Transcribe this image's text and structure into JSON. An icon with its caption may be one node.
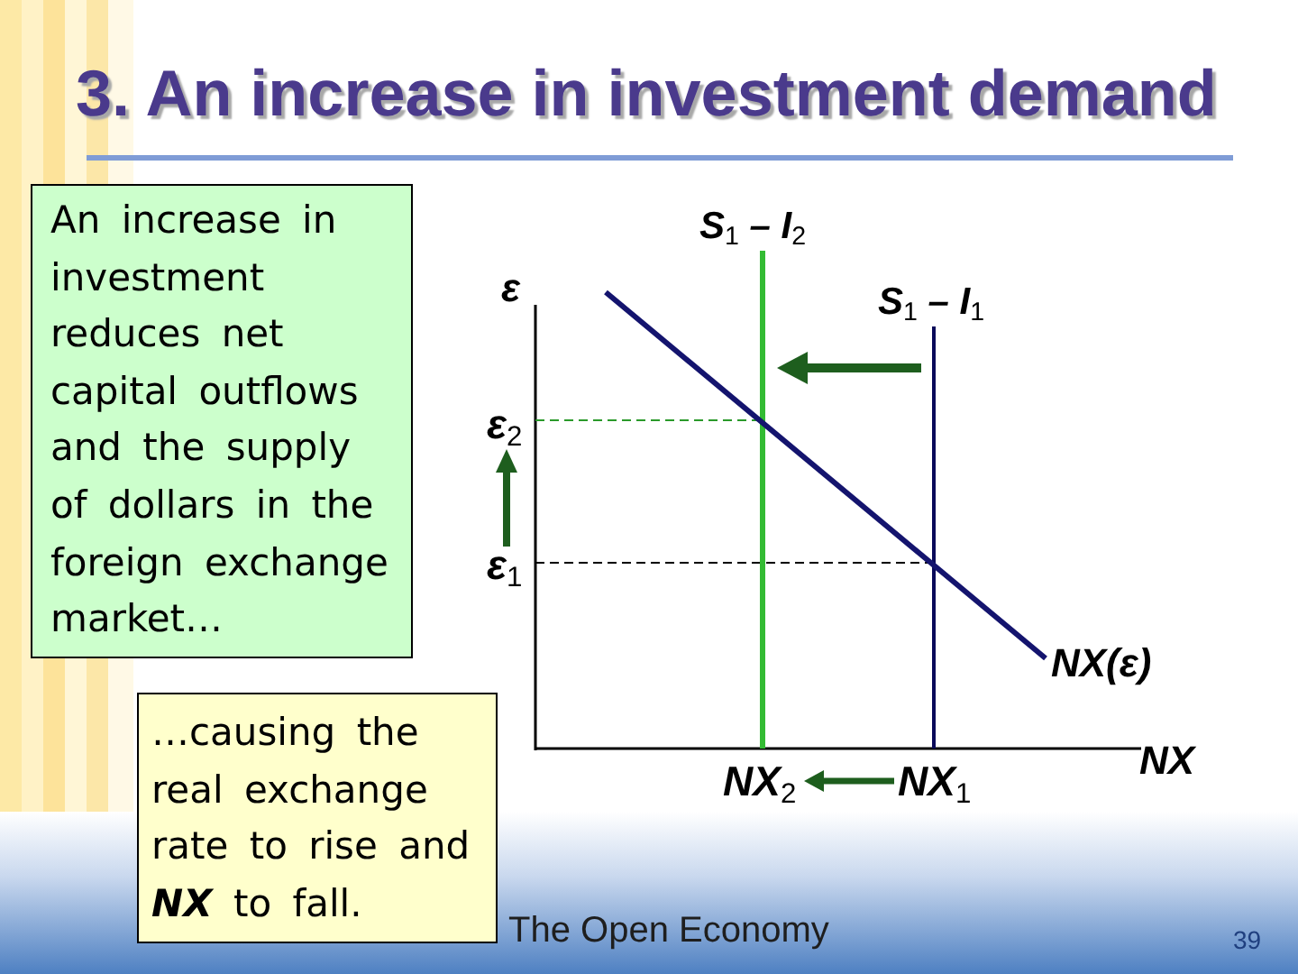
{
  "diagram": {
    "title": "3. An increase in investment demand",
    "nodes": [
      {
        "text": [
          "An increase in investment reduces net capital outflows and the supply of dollars in the foreign exchange market…"
        ]
      },
      {
        "text": [
          "…causing the real exchange rate to rise and **NX** to fall."
        ]
      }
    ],
    "labels": [
      "S$_{1}$ – I$_{2}$",
      "ε",
      "S$_{1}$ – I$_{1}$",
      "ε$_{2}$",
      "ε$_{1}$",
      "NX(ε)",
      "NX",
      "NX$_{2}$",
      "NX$_{1}$",
      "The Open Economy",
      "39"
    ]
  }
}
